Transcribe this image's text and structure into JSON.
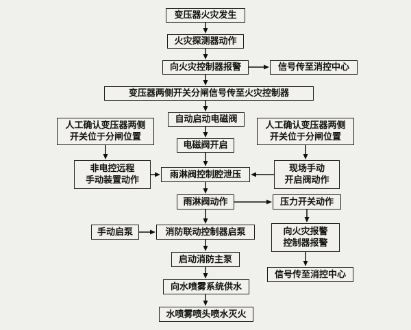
{
  "diagram": {
    "description": "transformer-fire-water-spray-system-flowchart",
    "nodes": {
      "fire_occurs": "变压器火灾发生",
      "detector_acts": "火灾探测器动作",
      "alarm_to_controller": "向火灾控制器报警",
      "signal_center_top": "信号传至消控中心",
      "switch_signal": "变压器两侧开关分闸信号传至火灾控制器",
      "auto_start_solenoid": "自动启动电磁阀",
      "left_confirm": "人工确认变压器两侧\n开关位于分闸位置",
      "solenoid_open": "电磁阀开启",
      "right_confirm": "人工确认变压器两侧\n开关位于分闸位置",
      "non_electric_manual": "非电控远程\n手动装置动作",
      "deluge_relief": "雨淋阀控制腔泄压",
      "site_manual": "现场手动\n开启阀动作",
      "deluge_acts": "雨淋阀动作",
      "pressure_switch": "压力开关动作",
      "manual_pump": "手动启泵",
      "linkage_pump": "消防联动控制器启泵",
      "alarm_ctrl_report": "向火灾报警\n控制器报警",
      "start_main_pump": "启动消防主泵",
      "signal_center_bottom": "信号传至消控中心",
      "supply_water": "向水喷雾系统供水",
      "spray_extinguish": "水喷雾喷头喷水灭火"
    }
  }
}
